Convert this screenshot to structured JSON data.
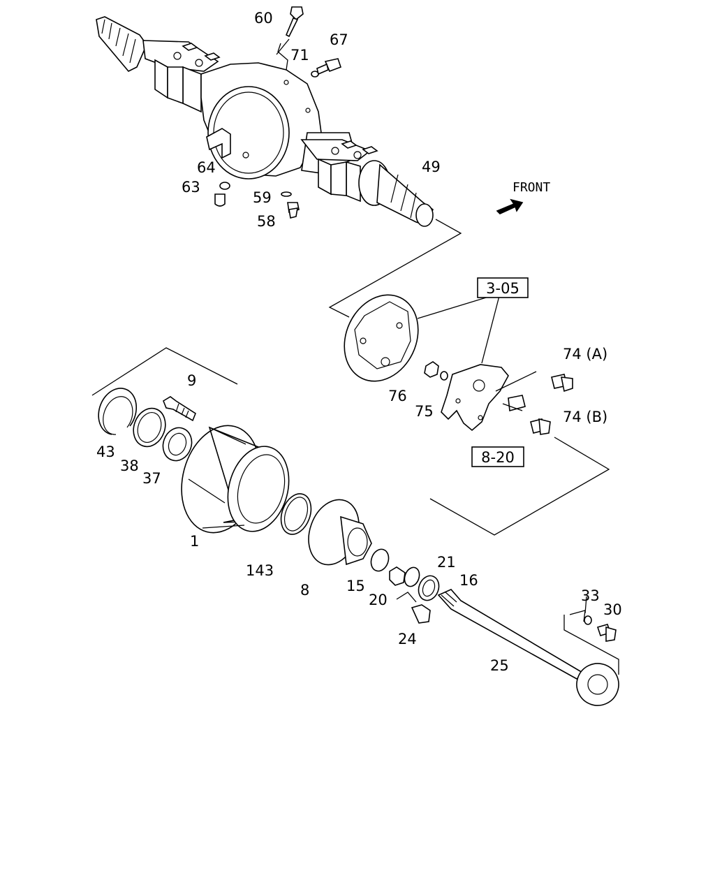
{
  "front_label": "FRONT",
  "ref_boxes": [
    "3-05",
    "8-20"
  ],
  "callouts": [
    "60",
    "71",
    "67",
    "64",
    "63",
    "59",
    "58",
    "49",
    "74 (A)",
    "76",
    "75",
    "74 (B)",
    "9",
    "43",
    "38",
    "37",
    "1",
    "143",
    "8",
    "15",
    "20",
    "21",
    "16",
    "24",
    "33",
    "30",
    "25"
  ]
}
